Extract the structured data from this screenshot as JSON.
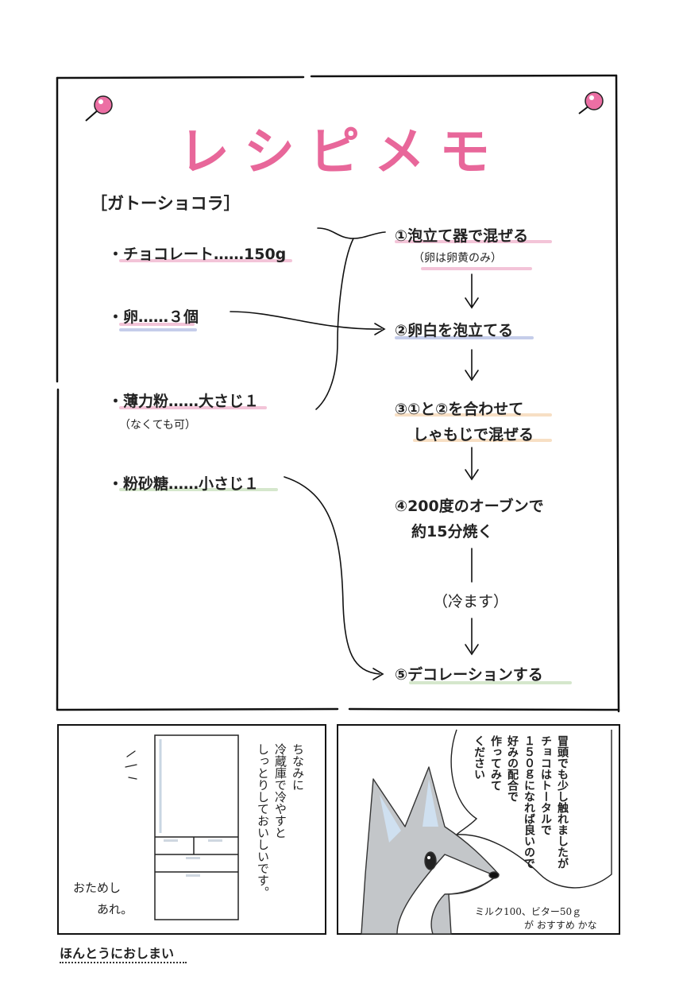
{
  "title": "レシピメモ",
  "colors": {
    "title": "#e8679a",
    "pin": "#ec6fa4",
    "pink": "#f3c4d8",
    "blue": "#c5cdea",
    "orange": "#f7dfc4",
    "green": "#d5e7cc",
    "wolf_gray": "#c3c6c9"
  },
  "recipe_name": "［ガトーショコラ］",
  "ingredients": {
    "chocolate": "・チョコレート……150g",
    "egg": "・卵……３個",
    "flour": "・薄力粉……大さじ１",
    "flour_note": "（なくても可）",
    "sugar": "・粉砂糖……小さじ１"
  },
  "steps": {
    "s1": "①泡立て器で混ぜる",
    "s1_note": "（卵は卵黄のみ）",
    "s2": "②卵白を泡立てる",
    "s3_line1": "③①と②を合わせて",
    "s3_line2": "しゃもじで混ぜる",
    "s4_line1": "④200度のオーブンで",
    "s4_line2": "約15分焼く",
    "cool": "（冷ます）",
    "s5": "⑤デコレーションする"
  },
  "panel_left": {
    "vertical": [
      "ちなみに",
      "冷蔵庫で冷やすと",
      "しっとりしておいしいです。"
    ],
    "handwritten": [
      "おためし",
      "あれ。"
    ]
  },
  "panel_right": {
    "speech": [
      "冒頭でも少し触れましたが",
      "チョコはトータルで",
      "１５０ｇになれば良いので",
      "好みの配合で",
      "作ってみて",
      "ください"
    ],
    "note_line1": "ミルク100、ビター50ｇ",
    "note_line2": "が おすすめ かな"
  },
  "footer": "ほんとうにおしまい"
}
